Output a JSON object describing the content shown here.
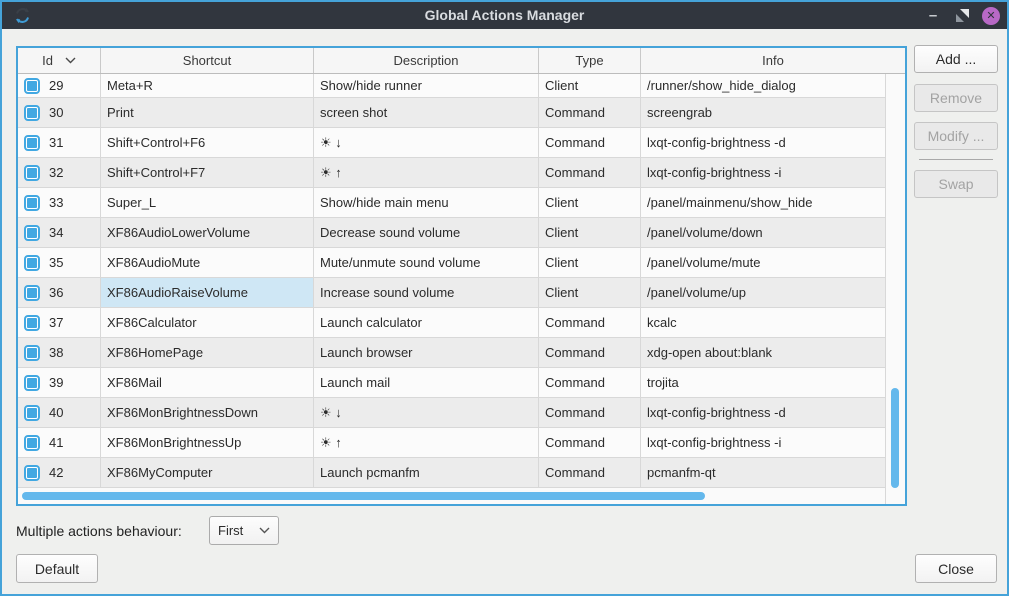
{
  "window": {
    "title": "Global Actions Manager",
    "controls": {
      "minimize": "–",
      "close": "✕"
    }
  },
  "table": {
    "headers": {
      "id": "Id",
      "shortcut": "Shortcut",
      "description": "Description",
      "type": "Type",
      "info": "Info"
    },
    "rows": [
      {
        "id": "29",
        "checked": true,
        "shortcut": "Meta+R",
        "description": "Show/hide runner",
        "type": "Client",
        "info": "/runner/show_hide_dialog"
      },
      {
        "id": "30",
        "checked": true,
        "shortcut": "Print",
        "description": "screen shot",
        "type": "Command",
        "info": "screengrab"
      },
      {
        "id": "31",
        "checked": true,
        "shortcut": "Shift+Control+F6",
        "description": "☀ ↓",
        "type": "Command",
        "info": "lxqt-config-brightness -d"
      },
      {
        "id": "32",
        "checked": true,
        "shortcut": "Shift+Control+F7",
        "description": "☀ ↑",
        "type": "Command",
        "info": "lxqt-config-brightness -i"
      },
      {
        "id": "33",
        "checked": true,
        "shortcut": "Super_L",
        "description": "Show/hide main menu",
        "type": "Client",
        "info": "/panel/mainmenu/show_hide"
      },
      {
        "id": "34",
        "checked": true,
        "shortcut": "XF86AudioLowerVolume",
        "description": "Decrease sound volume",
        "type": "Client",
        "info": "/panel/volume/down"
      },
      {
        "id": "35",
        "checked": true,
        "shortcut": "XF86AudioMute",
        "description": "Mute/unmute sound volume",
        "type": "Client",
        "info": "/panel/volume/mute"
      },
      {
        "id": "36",
        "checked": true,
        "shortcut": "XF86AudioRaiseVolume",
        "description": "Increase sound volume",
        "type": "Client",
        "info": "/panel/volume/up",
        "selected_cell": "shortcut"
      },
      {
        "id": "37",
        "checked": true,
        "shortcut": "XF86Calculator",
        "description": "Launch calculator",
        "type": "Command",
        "info": "kcalc"
      },
      {
        "id": "38",
        "checked": true,
        "shortcut": "XF86HomePage",
        "description": "Launch browser",
        "type": "Command",
        "info": "xdg-open about:blank"
      },
      {
        "id": "39",
        "checked": true,
        "shortcut": "XF86Mail",
        "description": "Launch mail",
        "type": "Command",
        "info": "trojita"
      },
      {
        "id": "40",
        "checked": true,
        "shortcut": "XF86MonBrightnessDown",
        "description": "☀ ↓",
        "type": "Command",
        "info": "lxqt-config-brightness -d"
      },
      {
        "id": "41",
        "checked": true,
        "shortcut": "XF86MonBrightnessUp",
        "description": "☀ ↑",
        "type": "Command",
        "info": "lxqt-config-brightness -i"
      },
      {
        "id": "42",
        "checked": true,
        "shortcut": "XF86MyComputer",
        "description": "Launch pcmanfm",
        "type": "Command",
        "info": "pcmanfm-qt"
      }
    ]
  },
  "side_buttons": [
    {
      "label": "Add ...",
      "enabled": true
    },
    {
      "label": "Remove",
      "enabled": false
    },
    {
      "label": "Modify ...",
      "enabled": false
    },
    {
      "label": "Swap",
      "enabled": false
    }
  ],
  "footer": {
    "behaviour_label": "Multiple actions behaviour:",
    "behaviour_value": "First",
    "default_label": "Default",
    "close_label": "Close"
  },
  "colors": {
    "accent_blue": "#45a3d9",
    "checkbox_blue": "#41a8e2",
    "scrollbar_blue": "#64b8ec",
    "titlebar": "#31363e",
    "close_button": "#b869c6",
    "selected_cell": "#cfe7f5"
  }
}
